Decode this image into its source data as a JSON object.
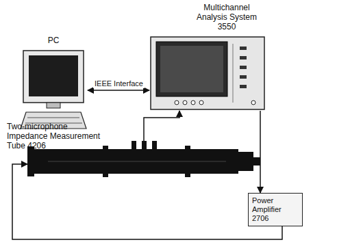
{
  "diagram": {
    "nodes": [
      {
        "text": [
          "PC"
        ]
      },
      {
        "text": [
          "Multichannel Analysis System 3550"
        ]
      },
      {
        "text": [
          "Two-microphone Impedance Measurement Tube 4206"
        ]
      },
      {
        "text": [
          "Power Amplifier 2706"
        ]
      }
    ],
    "edges": [
      {
        "from": 0,
        "to": 1,
        "arrow": "both",
        "label": "IEEE Interface"
      },
      {
        "from": 2,
        "to": 1,
        "arrow": "to"
      },
      {
        "from": 1,
        "to": 3,
        "arrow": "to"
      },
      {
        "from": 3,
        "to": 2,
        "arrow": "to"
      }
    ]
  }
}
